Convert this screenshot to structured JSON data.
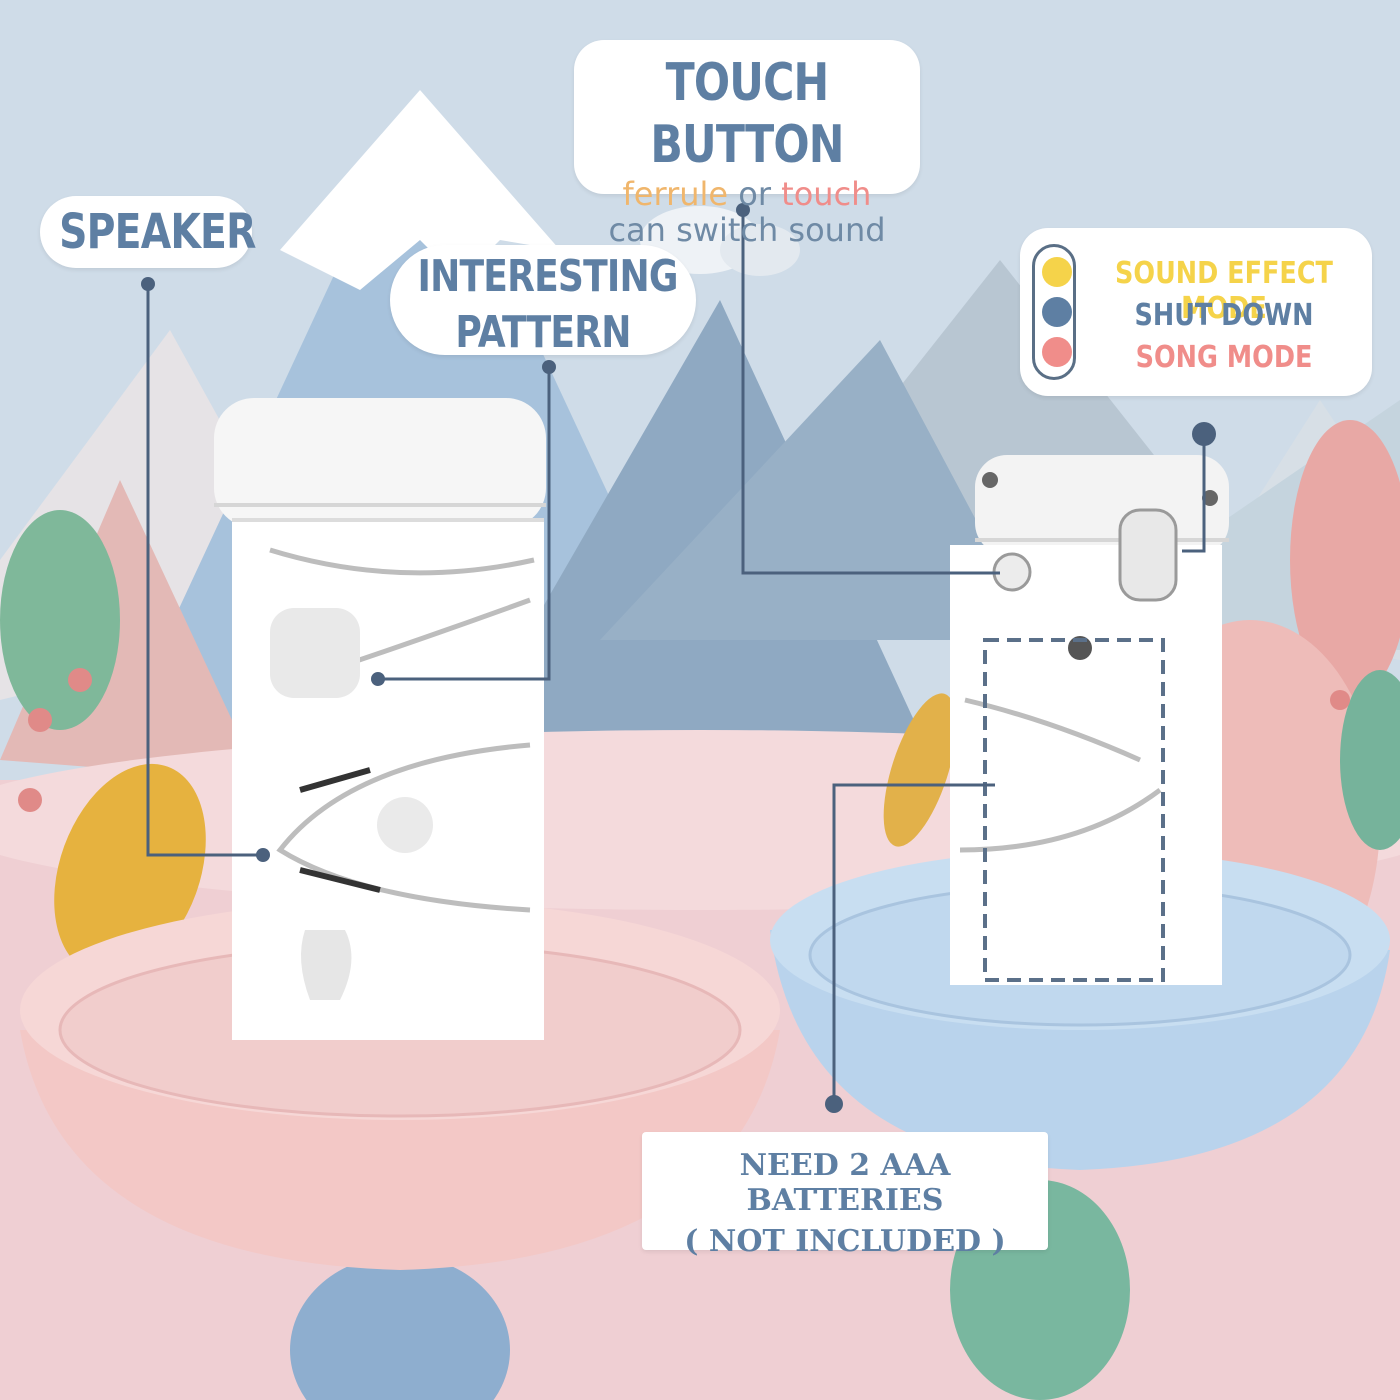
{
  "speaker": {
    "label": "SPEAKER"
  },
  "pattern": {
    "line1": "INTERESTING",
    "line2": "PATTERN"
  },
  "touch_button": {
    "title": "TOUCH BUTTON",
    "word_ferrule": "ferrule",
    "word_or": "or",
    "word_touch": "touch",
    "line2": "can switch sound"
  },
  "modes": [
    {
      "label": "SOUND EFFECT MODE",
      "color": "#f5d34a"
    },
    {
      "label": "SHUT DOWN",
      "color": "#5e7fa3"
    },
    {
      "label": "SONG MODE",
      "color": "#f08d8a"
    }
  ],
  "batteries": {
    "line1": "NEED 2 AAA BATTERIES",
    "line2": "( NOT INCLUDED )"
  },
  "colors": {
    "title_blue": "#5e7fa3",
    "leader_line": "#4b617d",
    "pink_base": "#f3c8c6",
    "blue_base": "#b9d3ec",
    "sky": "#cfdce8"
  }
}
